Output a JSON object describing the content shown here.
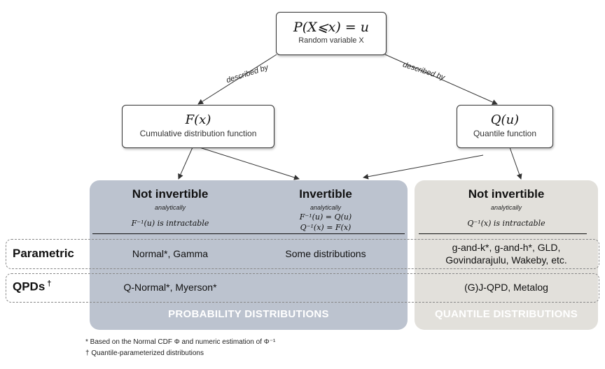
{
  "top": {
    "formula": "P(X⩽x) = u",
    "subtitle": "Random variable X"
  },
  "edges": {
    "left_label": "described by",
    "right_label": "described by"
  },
  "cdf": {
    "formula": "F(x)",
    "subtitle": "Cumulative distribution function"
  },
  "qf": {
    "formula": "Q(u)",
    "subtitle": "Quantile function"
  },
  "prob_panel": {
    "col1": {
      "header": "Not invertible",
      "qualifier": "analytically",
      "math": "F⁻¹(u) is intractable"
    },
    "col2": {
      "header": "Invertible",
      "qualifier": "analytically",
      "math1": "F⁻¹(u) = Q(u)",
      "math2": "Q⁻¹(x) = F(x)"
    },
    "title": "PROBABILITY DISTRIBUTIONS"
  },
  "quant_panel": {
    "col3": {
      "header": "Not invertible",
      "qualifier": "analytically",
      "math": "Q⁻¹(x) is intractable"
    },
    "title": "QUANTILE DISTRIBUTIONS"
  },
  "rows": {
    "parametric": {
      "label": "Parametric",
      "c1": "Normal*, Gamma",
      "c2": "Some distributions",
      "c3a": "g-and-k*, g-and-h*, GLD,",
      "c3b": "Govindarajulu, Wakeby, etc."
    },
    "qpds": {
      "label": "QPDs",
      "dagger": "†",
      "c1": "Q-Normal*, Myerson*",
      "c3": "(G)J-QPD, Metalog"
    }
  },
  "footnotes": {
    "f1": "* Based on the Normal CDF Φ and numeric estimation of Φ⁻¹",
    "f2": "† Quantile-parameterized distributions"
  },
  "colors": {
    "prob_panel": "#bcc3cf",
    "quant_panel": "#e2e0db",
    "dashed": "#888888"
  }
}
